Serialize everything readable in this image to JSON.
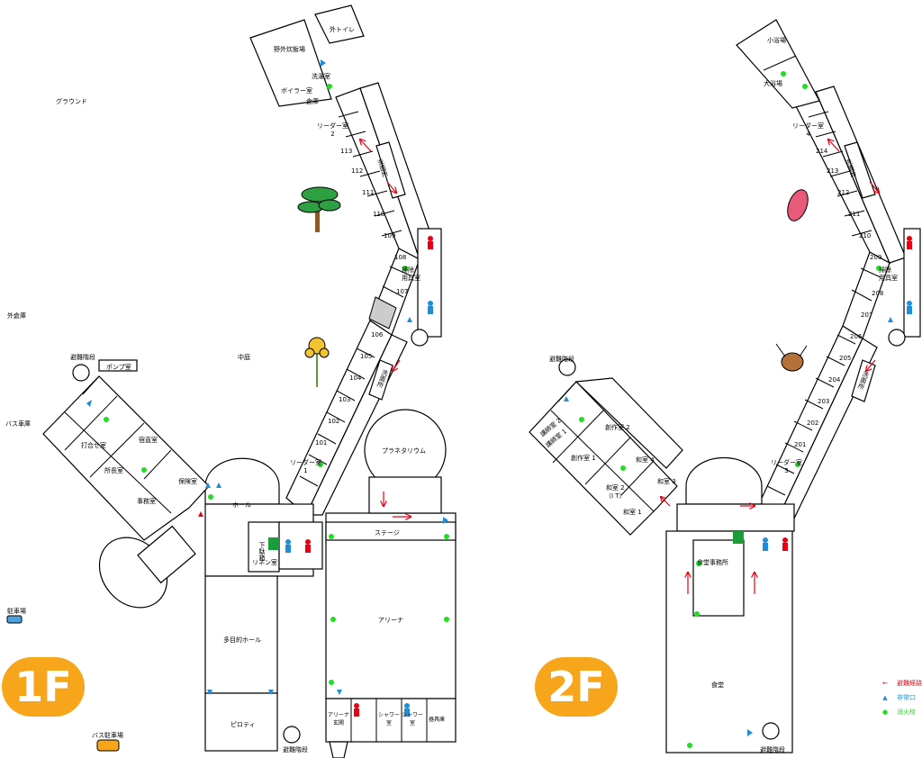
{
  "floor1": {
    "badge": "1F",
    "outside": {
      "ground": "グラウンド",
      "outdoor_warehouse": "外倉庫",
      "bus_garage": "バス車庫",
      "parking": "駐車場",
      "bus_parking": "バス駐車場",
      "courtyard": "中庭"
    },
    "rooms": {
      "outdoor_cooking": "野外炊飯場",
      "outdoor_toilet": "外トイレ",
      "laundry": "洗濯室",
      "boiler": "ボイラー室",
      "storage": "倉庫",
      "leader2": "リーダー室\n2",
      "r113": "113",
      "r112": "112",
      "r111": "111",
      "r110": "110",
      "r109": "109",
      "r108": "108",
      "r107": "107",
      "r106": "106",
      "r105": "105",
      "r104": "104",
      "r103": "103",
      "r102": "102",
      "r101": "101",
      "leader1": "リーダー室\n1",
      "cleaning": "掃除\n用具室",
      "washroom_a": "洗面所",
      "washroom_b": "洗面所",
      "planetarium": "プラネタリウム",
      "hall": "ホール",
      "shoe_box": "下駄箱",
      "linen": "リネン室",
      "stage": "ステージ",
      "arena": "アリーナ",
      "arena_entrance": "アリーナ\n玄関",
      "shower1": "シャワー\n室",
      "shower2": "シャワー\n室",
      "equipment": "器具庫",
      "multipurpose": "多目的ホール",
      "piloti": "ピロティ",
      "pump": "ポンプ室",
      "meeting": "打合せ室",
      "duty": "宿直室",
      "director": "所長室",
      "health": "保険室",
      "office": "事務室"
    },
    "evac_stairs_a": "避難階段",
    "evac_stairs_b": "避難階段"
  },
  "floor2": {
    "badge": "2F",
    "rooms": {
      "small_bath": "小浴場",
      "large_bath": "大浴場",
      "leader4": "リーダー室\n4",
      "r214": "214",
      "r213": "213",
      "r212": "212",
      "r211": "211",
      "r210": "210",
      "r209": "209",
      "r208": "208",
      "r207": "207",
      "r206": "206",
      "r205": "205",
      "r204": "204",
      "r203": "203",
      "r202": "202",
      "r201": "201",
      "leader3": "リーダー室\n3",
      "cleaning": "掃除\n用具室",
      "washroom_a": "洗面所",
      "washroom_b": "洗面所",
      "lecture2": "講師室 2",
      "lecture1": "講師室 1",
      "craft2": "創作室 2",
      "craft1": "創作室 1",
      "japanese4": "和室 4",
      "japanese3": "和室 3",
      "japanese2": "和室 2\n（I T）",
      "japanese1": "和室 1",
      "kitchen_office": "食堂事務所",
      "dining": "食堂"
    },
    "evac_stairs_a": "避難階段",
    "evac_stairs_b": "避難階段"
  },
  "legend": {
    "evac_route": "避難経路",
    "emergency_exit": "非常口",
    "fire_hydrant": "消火栓"
  },
  "colors": {
    "badge": "#f7a61c",
    "evac_route": "#e60012",
    "emergency_exit": "#1e8fd6",
    "fire_hydrant": "#22dd22"
  }
}
